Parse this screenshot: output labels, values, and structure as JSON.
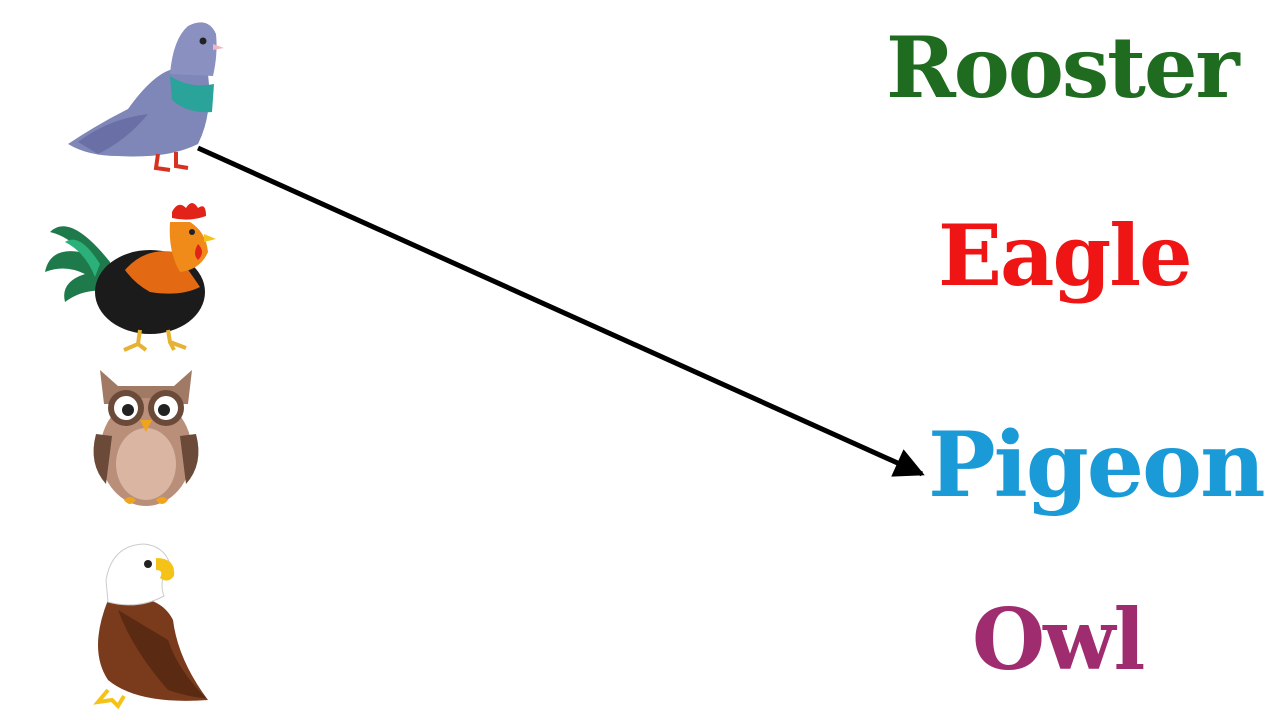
{
  "birds": [
    {
      "key": "pigeon",
      "icon": "pigeon-icon"
    },
    {
      "key": "rooster",
      "icon": "rooster-icon"
    },
    {
      "key": "owl",
      "icon": "owl-icon"
    },
    {
      "key": "eagle",
      "icon": "eagle-icon"
    }
  ],
  "words": {
    "rooster": {
      "label": "Rooster",
      "color": "#1f6b1f"
    },
    "eagle": {
      "label": "Eagle",
      "color": "#f01515"
    },
    "pigeon": {
      "label": "Pigeon",
      "color": "#1a9ad6"
    },
    "owl": {
      "label": "Owl",
      "color": "#a02c70"
    }
  },
  "match": {
    "from": "pigeon",
    "to": "pigeon",
    "line_color": "#000000"
  }
}
